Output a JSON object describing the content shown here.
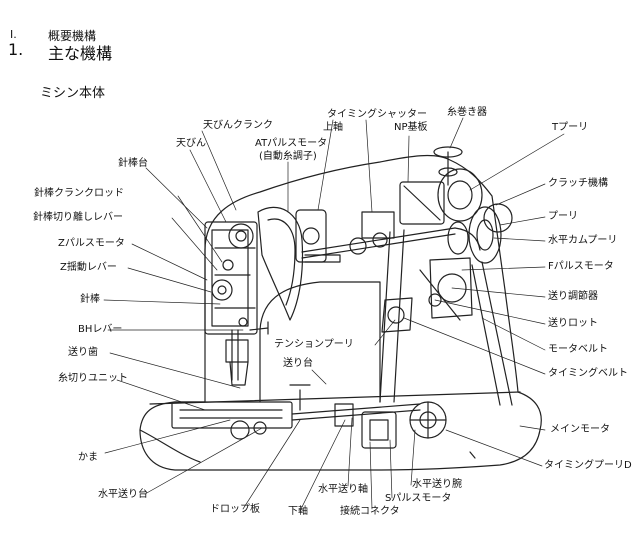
{
  "header": {
    "section_num": "I.",
    "section_title": "概要機構",
    "sub_num": "1.",
    "sub_title": "主な機構",
    "part_title": "ミシン本体"
  },
  "labels": {
    "tenbin_crank": "天びんクランク",
    "tenbin": "天びん",
    "at_pulse_motor_1": "ATパルスモータ",
    "at_pulse_motor_2": "(自動糸調子)",
    "timing_shutter": "タイミングシャッター",
    "upper_shaft": "上軸",
    "np_board": "NP基板",
    "bobbin_winder": "糸巻き器",
    "t_pulley": "Tプーリ",
    "needle_bar_base": "針棒台",
    "needle_crank_rod": "針棒クランクロッド",
    "needle_release_lever": "針棒切り離しレバー",
    "z_pulse_motor": "Zパルスモータ",
    "z_swing_lever": "Z揺動レバー",
    "needle_bar": "針棒",
    "bh_lever": "BHレバー",
    "feed_dog": "送り歯",
    "thread_cut_unit": "糸切りユニット",
    "hook": "かま",
    "horiz_feed_base": "水平送り台",
    "drop_plate": "ドロップ板",
    "lower_shaft": "下軸",
    "horiz_feed_shaft": "水平送り軸",
    "connector": "接続コネクタ",
    "s_pulse_motor": "Sパルスモータ",
    "horiz_feed_arm": "水平送り腕",
    "tension_pulley": "テンションプーリ",
    "feed_base": "送り台",
    "clutch": "クラッチ機構",
    "pulley": "プーリ",
    "horiz_cam_pulley": "水平カムプーリ",
    "f_pulse_motor": "Fパルスモータ",
    "feed_adjuster": "送り調節器",
    "feed_rod": "送りロット",
    "motor_belt": "モータベルト",
    "timing_belt": "タイミングベルト",
    "main_motor": "メインモータ",
    "timing_pulley_d": "タイミングプーリD"
  }
}
